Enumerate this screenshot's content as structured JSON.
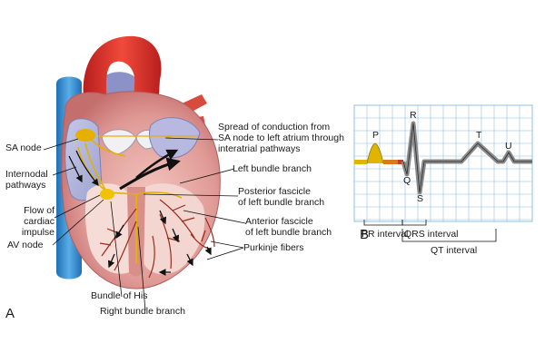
{
  "panel_a": {
    "letter": "A",
    "labels": {
      "sa_node": "SA node",
      "internodal": "Internodal\npathways",
      "flow": "Flow of\ncardiac\nimpulse",
      "av_node": "AV node",
      "bundle_his": "Bundle of His",
      "right_bundle": "Right bundle branch",
      "spread": "Spread of conduction from\nSA node to left atrium through\ninteratrial pathways",
      "left_bundle": "Left bundle branch",
      "posterior": "Posterior fascicle\nof left bundle branch",
      "anterior": "Anterior fascicle\nof left bundle branch",
      "purkinje": "Purkinje fibers"
    }
  },
  "panel_b": {
    "letter": "B",
    "waves": {
      "p": "P",
      "q": "Q",
      "r": "R",
      "s": "S",
      "t": "T",
      "u": "U"
    },
    "intervals": {
      "pr": "PR interval",
      "qrs": "QRS interval",
      "qt": "QT interval"
    }
  },
  "colors": {
    "aorta": "#e5312a",
    "vena_cava": "#3b8fd0",
    "myocardium": "#d98a8a",
    "conduction": "#e6b000",
    "grid": "#8fc0e6",
    "ecg_line": "#8a8a8a"
  }
}
